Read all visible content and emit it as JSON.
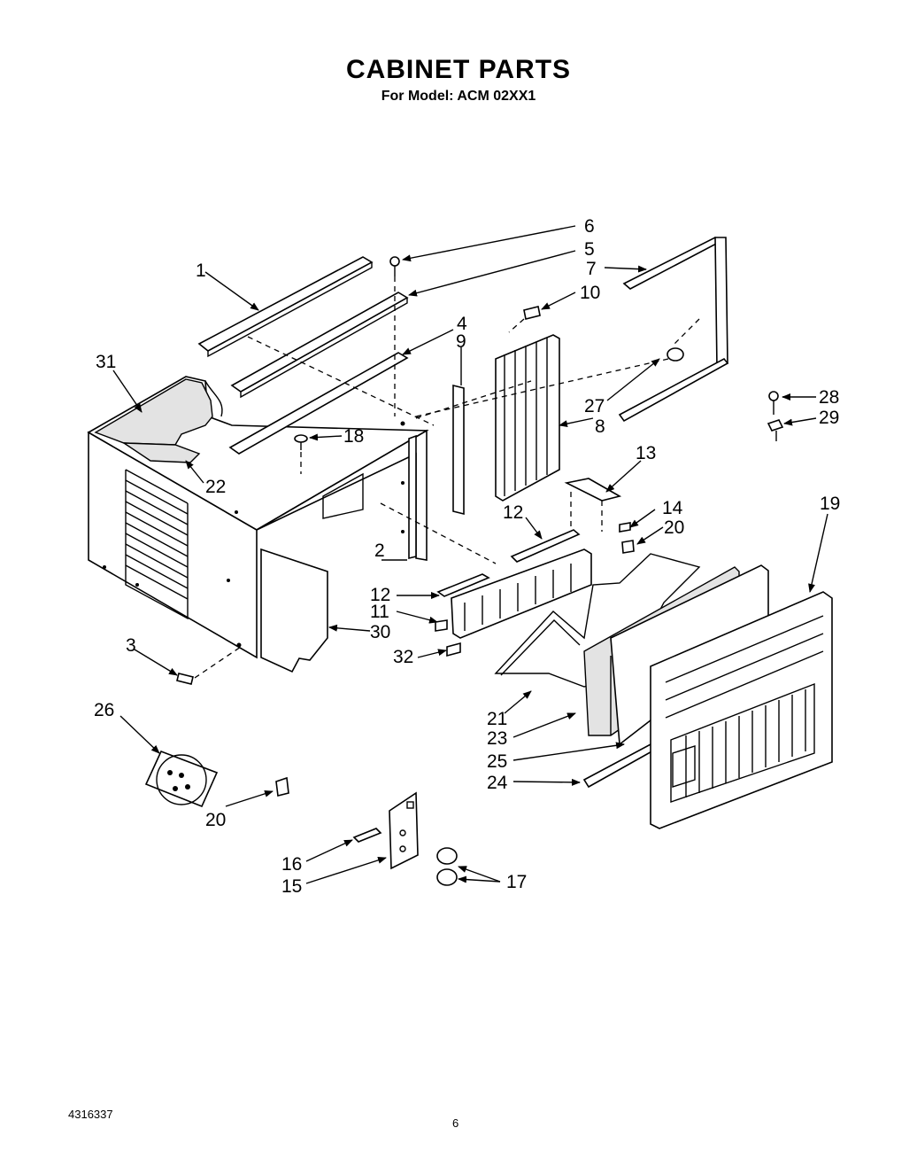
{
  "header": {
    "title": "CABINET PARTS",
    "subtitle": "For Model: ACM 02XX1"
  },
  "footer": {
    "doc_number": "4316337",
    "page_number": "6"
  },
  "callouts": [
    "1",
    "2",
    "3",
    "4",
    "5",
    "6",
    "7",
    "8",
    "9",
    "10",
    "11",
    "12",
    "12",
    "13",
    "14",
    "15",
    "16",
    "17",
    "18",
    "19",
    "20",
    "20",
    "21",
    "22",
    "23",
    "24",
    "25",
    "26",
    "27",
    "28",
    "29",
    "30",
    "31",
    "32"
  ]
}
